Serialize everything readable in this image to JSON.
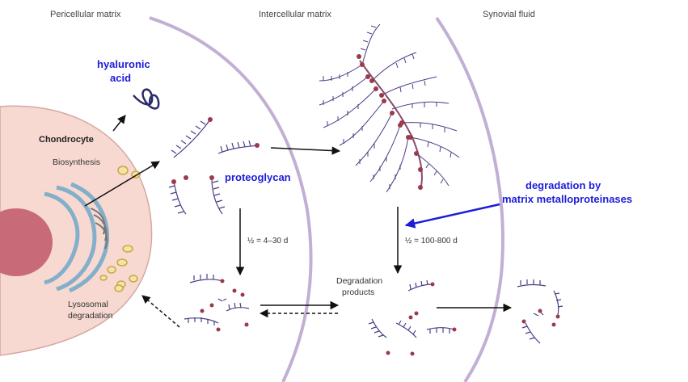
{
  "headers": {
    "pericellular": "Pericellular matrix",
    "intercellular": "Intercellular matrix",
    "synovial": "Synovial fluid"
  },
  "labels": {
    "chondrocyte": "Chondrocyte",
    "biosynthesis": "Biosynthesis",
    "lysosomal_line1": "Lysosomal",
    "lysosomal_line2": "degradation",
    "degradation_products_line1": "Degradation",
    "degradation_products_line2": "products",
    "half_life_1": "½ = 4–30 d",
    "half_life_2": "½ = 100-800 d"
  },
  "annotations": {
    "hyaluronic_line1": "hyaluronic",
    "hyaluronic_line2": "acid",
    "proteoglycan": "proteoglycan",
    "mmp_line1": "degradation by",
    "mmp_line2": "matrix metalloproteinases"
  },
  "colors": {
    "cell_fill": "#f7d9d2",
    "nucleus": "#c86a78",
    "golgi": "#6fa8c8",
    "vesicle": "#e8c66a",
    "membrane_line": "#b8a0c8",
    "proteoglycan": "#4a3f86",
    "bead": "#9a3a4a",
    "annotation": "#1d1dd9"
  }
}
